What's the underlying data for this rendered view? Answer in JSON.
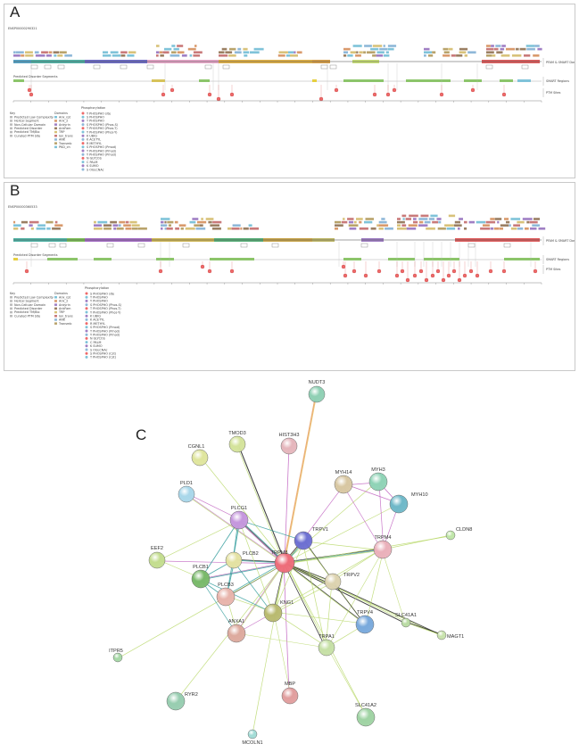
{
  "panels": {
    "a": {
      "letter": "A",
      "accession": "ENSP00000290321",
      "track_label": "Predicted Disorder Segments",
      "right_labels": [
        "PFAM & SMART Domains",
        "SMART Regions",
        "PTM Sites"
      ],
      "key_title": "Key",
      "key_items": [
        "Predicted Low Complexity",
        "Helical Segment",
        "Non-Cellular Domain",
        "Predicted Disorder",
        "Predicted TM/Bio",
        "Curated PTM Site"
      ],
      "domain_title": "Domains",
      "domain_items": [
        "Ank_rpt",
        "Ank_2",
        "Ankyrin",
        "AnkFam",
        "TRP",
        "Ion_trans",
        "ANK",
        "Transmb",
        "PKD_ch"
      ],
      "ptm_title": "Phosphorylation",
      "ptm_items": [
        "Y PHOSPHO site",
        "S PHOSPHO",
        "T PHOSPHO",
        "S PHOSPHO (Phos-S)",
        "T PHOSPHO (Phos-T)",
        "Y PHOSPHO (Phos-Y)",
        "K UBIQ",
        "K ACETYL",
        "R METHYL",
        "S PHOSPHO (Pmod)",
        "T PHOSPHO (Pmod)",
        "Y PHOSPHO (Pmod)",
        "N GLYCOS",
        "C PALM",
        "K SUMO",
        "S OGLCNAc"
      ]
    },
    "b": {
      "letter": "B",
      "accession": "ENSP00000360533",
      "track_label": "Predicted Disorder Segments",
      "right_labels": [
        "PFAM & SMART Domains",
        "SMART Regions",
        "PTM Sites"
      ],
      "key_title": "Key",
      "key_items": [
        "Predicted Low Complexity",
        "Helical Segment",
        "Non-Cellular Domain",
        "Predicted Disorder",
        "Predicted TM/Bio",
        "Curated PTM Site"
      ],
      "domain_title": "Domains",
      "domain_items": [
        "Ank_rpt",
        "Ank_2",
        "Ankyrin",
        "AnkFam",
        "TRP",
        "Ion_trans",
        "ANK",
        "Transmb"
      ],
      "ptm_title": "Phosphorylation",
      "ptm_items": [
        "S PHOSPHO site",
        "T PHOSPHO",
        "Y PHOSPHO",
        "S PHOSPHO (Phos-S)",
        "T PHOSPHO (Phos-T)",
        "Y PHOSPHO (Phos-Y)",
        "K UBIQ",
        "K ACETYL",
        "R METHYL",
        "S PHOSPHO (Pmod)",
        "T PHOSPHO (Pmod)",
        "Y PHOSPHO (Pmod)",
        "N GLYCOS",
        "C PALM",
        "K SUMO",
        "S OGLCNAc",
        "S PHOSPHO (Cst)",
        "T PHOSPHO (Cst)"
      ]
    },
    "c": {
      "letter": "C",
      "nodes": [
        {
          "id": "NUDT3",
          "color": "#8fd0b4"
        },
        {
          "id": "TMOD3",
          "color": "#d4e39b"
        },
        {
          "id": "HIST3H3",
          "color": "#e5b6bc"
        },
        {
          "id": "CGNL1",
          "color": "#dfe59d"
        },
        {
          "id": "PLD1",
          "color": "#a9d7ea"
        },
        {
          "id": "PLCG1",
          "color": "#c597dd"
        },
        {
          "id": "MYH14",
          "color": "#d8c7a2"
        },
        {
          "id": "MYH3",
          "color": "#8fd3b6"
        },
        {
          "id": "MYH10",
          "color": "#6fb8c8"
        },
        {
          "id": "TRPV1",
          "color": "#6d6fd2"
        },
        {
          "id": "TRPM8",
          "color": "#ee6d7a"
        },
        {
          "id": "TRPM4",
          "color": "#eab0ba"
        },
        {
          "id": "CLDN8",
          "color": "#bfe6a8"
        },
        {
          "id": "EEF2",
          "color": "#c3dd8e"
        },
        {
          "id": "PLCB2",
          "color": "#e4e2a2"
        },
        {
          "id": "PLCB1",
          "color": "#79b96a"
        },
        {
          "id": "PLCB3",
          "color": "#e8b4ab"
        },
        {
          "id": "TRPV2",
          "color": "#ddd3b0"
        },
        {
          "id": "KNG1",
          "color": "#b9ba70"
        },
        {
          "id": "SLC41A1",
          "color": "#b9dba3"
        },
        {
          "id": "MAGT1",
          "color": "#c8e2ac"
        },
        {
          "id": "ITPR5",
          "color": "#a6d8a6"
        },
        {
          "id": "ANXA1",
          "color": "#ddaa9e"
        },
        {
          "id": "TRPV4",
          "color": "#79a9dc"
        },
        {
          "id": "TRPA1",
          "color": "#c6e0a6"
        },
        {
          "id": "RYR2",
          "color": "#97cdb0"
        },
        {
          "id": "MBP",
          "color": "#e19e9e"
        },
        {
          "id": "SLC41A2",
          "color": "#9fd3a3"
        },
        {
          "id": "MCOLN1",
          "color": "#a2dcd6"
        }
      ]
    }
  }
}
